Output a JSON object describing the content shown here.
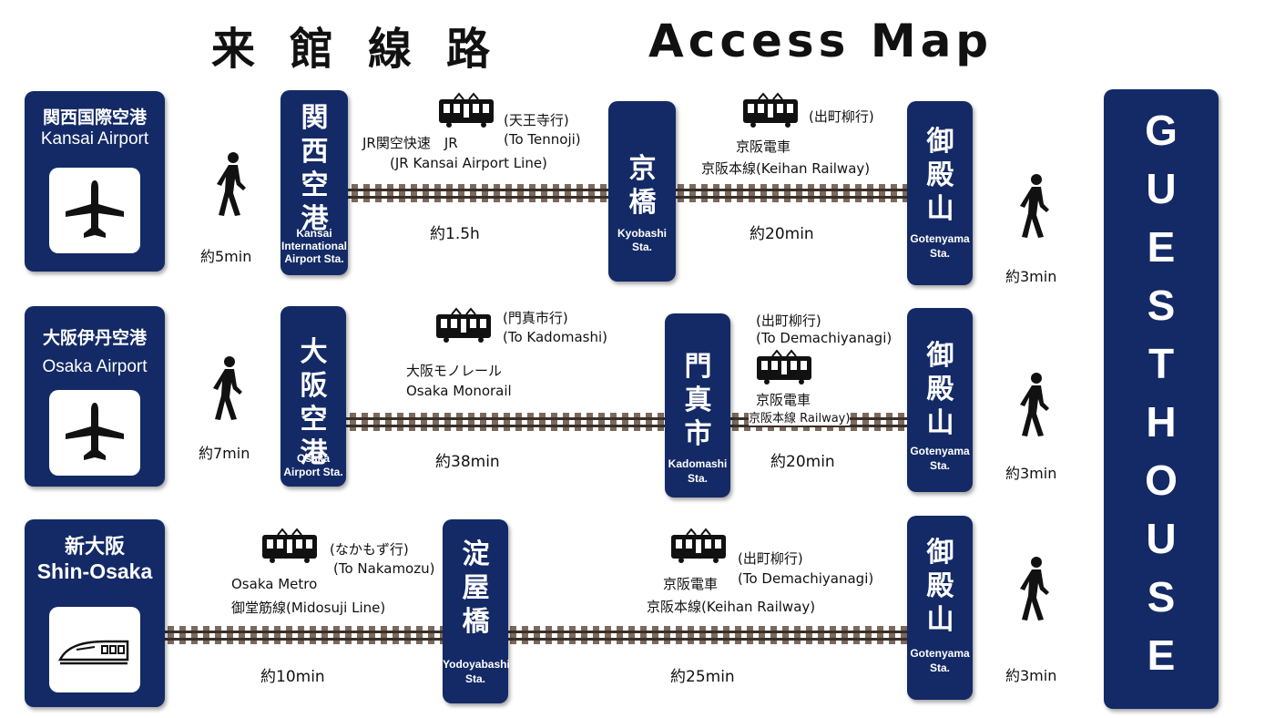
{
  "title": {
    "jp": "来館線路",
    "en": "Access Map"
  },
  "guesthouse": {
    "letters": [
      "G",
      "U",
      "E",
      "S",
      "T",
      "H",
      "O",
      "U",
      "S",
      "E"
    ]
  },
  "rows": [
    {
      "origin": {
        "jp": "関西国際空港",
        "en": "Kansai Airport",
        "icon": "airplane-icon"
      },
      "walk1": "約5min",
      "station1": {
        "name": "関西空港",
        "en": [
          "Kansai",
          "International",
          "Airport Sta."
        ]
      },
      "train1": {
        "dest": [
          "(天王寺行)",
          "(To Tennoji)"
        ],
        "line": [
          "JR関空快速　JR",
          "(JR Kansai Airport Line)"
        ],
        "duration": "約1.5h"
      },
      "station2": {
        "name": "京橋",
        "en": [
          "Kyobashi",
          "Sta."
        ]
      },
      "train2": {
        "dest": [
          "(出町柳行)"
        ],
        "line": [
          "京阪電車",
          "京阪本線(Keihan Railway)"
        ],
        "duration": "約20min"
      },
      "station3": {
        "name": "御殿山",
        "en": [
          "Gotenyama",
          "Sta."
        ]
      },
      "walk2": "約3min"
    },
    {
      "origin": {
        "jp": "大阪伊丹空港",
        "en": "Osaka Airport",
        "icon": "airplane-icon"
      },
      "walk1": "約7min",
      "station1": {
        "name": "大阪空港",
        "en": [
          "Osaka",
          "Airport Sta."
        ]
      },
      "train1": {
        "dest": [
          "(門真市行)",
          "(To Kadomashi)"
        ],
        "line": [
          "大阪モノレール",
          "Osaka Monorail"
        ],
        "duration": "約38min"
      },
      "station2": {
        "name": "門真市",
        "en": [
          "Kadomashi",
          "Sta."
        ]
      },
      "train2": {
        "dest": [
          "(出町柳行)",
          "(To Demachiyanagi)"
        ],
        "line": [
          "京阪電車",
          "京阪本線 Railway)"
        ],
        "duration": "約20min"
      },
      "station3": {
        "name": "御殿山",
        "en": [
          "Gotenyama",
          "Sta."
        ]
      },
      "walk2": "約3min"
    },
    {
      "origin": {
        "jp": "新大阪",
        "en": "Shin-Osaka",
        "icon": "bullet-train-icon"
      },
      "train1": {
        "dest": [
          "(なかもず行)",
          "(To Nakamozu)"
        ],
        "line": [
          "Osaka Metro",
          "御堂筋線(Midosuji Line)"
        ],
        "duration": "約10min"
      },
      "station2": {
        "name": "淀屋橋",
        "en": [
          "Yodoyabashi",
          "Sta."
        ]
      },
      "train2": {
        "dest": [
          "(出町柳行)",
          "(To Demachiyanagi)"
        ],
        "line": [
          "京阪電車",
          "京阪本線(Keihan Railway)"
        ],
        "duration": "約25min"
      },
      "station3": {
        "name": "御殿山",
        "en": [
          "Gotenyama",
          "Sta."
        ]
      },
      "walk2": "約3min"
    }
  ]
}
